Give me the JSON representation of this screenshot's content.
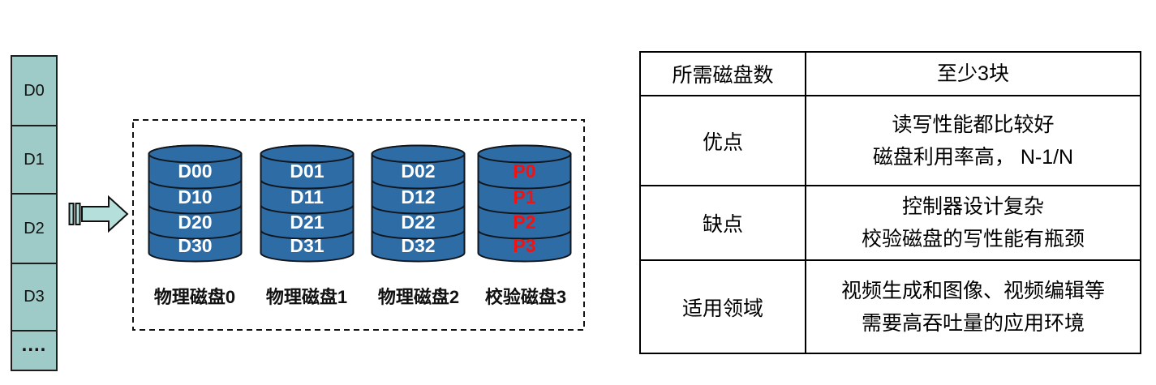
{
  "colors": {
    "memory_teal": "#9ecbc7",
    "arrow_teal": "#b4dfda",
    "disk_blue": "#2e6ca6",
    "parity_red": "#ee1414",
    "block_text_white": "#ffffff",
    "line_black": "#1a1a1a"
  },
  "memory_column": {
    "cells": [
      "D0",
      "D1",
      "D2",
      "D3",
      "...."
    ]
  },
  "disk_array": {
    "disks": [
      {
        "caption": "物理磁盘0",
        "blocks": [
          "D00",
          "D10",
          "D20",
          "D30"
        ]
      },
      {
        "caption": "物理磁盘1",
        "blocks": [
          "D01",
          "D11",
          "D21",
          "D31"
        ]
      },
      {
        "caption": "物理磁盘2",
        "blocks": [
          "D02",
          "D12",
          "D22",
          "D32"
        ]
      },
      {
        "caption": "校验磁盘3",
        "blocks": [
          "P0",
          "P1",
          "P2",
          "P3"
        ],
        "parity": true
      }
    ]
  },
  "info_table": {
    "rows": [
      {
        "header": "所需磁盘数",
        "lines": [
          "至少3块"
        ]
      },
      {
        "header": "优点",
        "lines": [
          "读写性能都比较好",
          "磁盘利用率高， N-1/N"
        ]
      },
      {
        "header": "缺点",
        "lines": [
          "控制器设计复杂",
          "校验磁盘的写性能有瓶颈"
        ]
      },
      {
        "header": "适用领域",
        "lines": [
          "视频生成和图像、视频编辑等",
          "需要高吞吐量的应用环境"
        ]
      }
    ]
  }
}
